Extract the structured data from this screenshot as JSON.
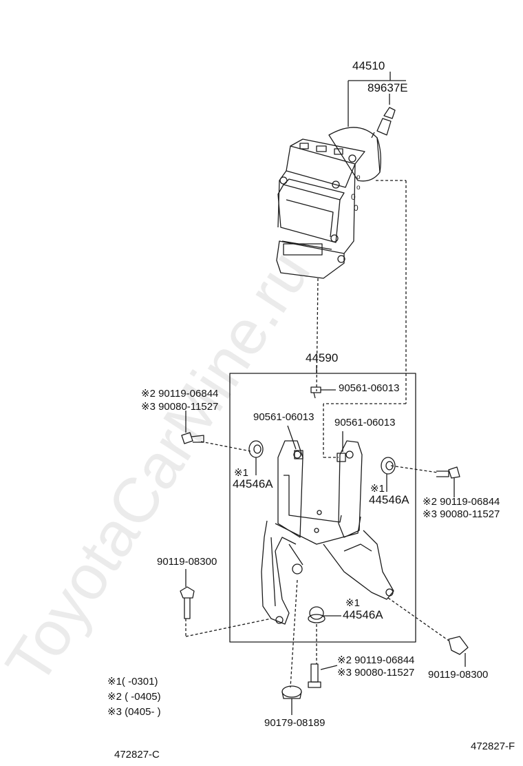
{
  "watermark": "ToyotaCarMine.ru",
  "parts": {
    "abs_actuator": "44510",
    "sensor_plug": "89637E",
    "bracket": "44590",
    "bracket_bolt_right": "90119-08300",
    "bracket_bolt_left": "90119-08300",
    "bottom_screw": "90179-08189"
  },
  "cushions": {
    "top_nut": "90561-06013",
    "left_nut": "90561-06013",
    "right_nut": "90561-06013",
    "left_grommet": {
      "mark": "※1",
      "part": "44546A"
    },
    "right_grommet": {
      "mark": "※1",
      "part": "44546A"
    },
    "bottom_grommet": {
      "mark": "※1",
      "part": "44546A"
    }
  },
  "bolts": {
    "left": {
      "line1": "※2 90119-06844",
      "line2": "※3 90080-11527"
    },
    "right": {
      "line1": "※2 90119-06844",
      "line2": "※3 90080-11527"
    },
    "bottom": {
      "line1": "※2 90119-06844",
      "line2": "※3 90080-11527"
    }
  },
  "notes": [
    "※1(      -0301)",
    "※2  (      -0405)",
    "※3  (0405-      )"
  ],
  "footer": {
    "left_code": "472827-C",
    "right_code": "472827-F"
  }
}
